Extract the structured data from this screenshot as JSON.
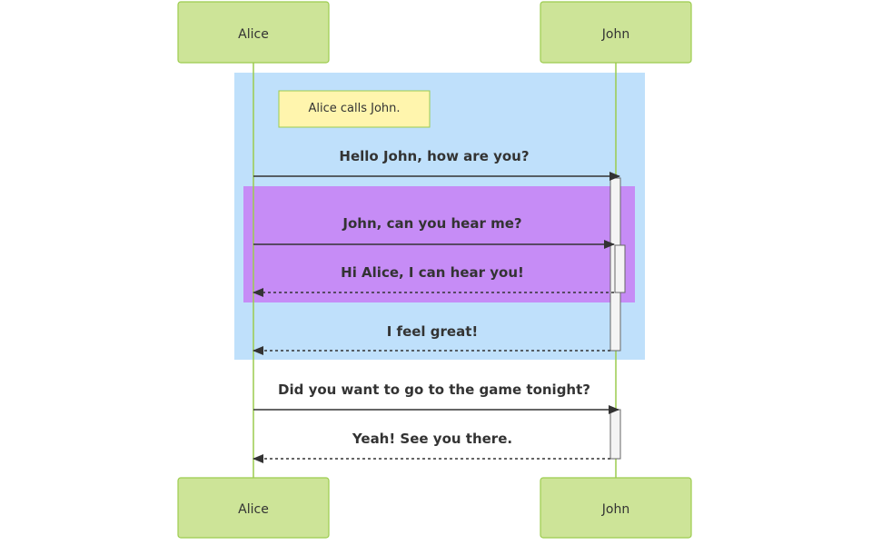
{
  "participants": [
    {
      "id": "alice",
      "label": "Alice"
    },
    {
      "id": "john",
      "label": "John"
    }
  ],
  "note": {
    "text": "Alice calls John.",
    "over": "alice"
  },
  "messages": [
    {
      "from": "alice",
      "to": "john",
      "text": "Hello John, how are you?",
      "style": "solid"
    },
    {
      "from": "alice",
      "to": "john",
      "text": "John, can you hear me?",
      "style": "solid"
    },
    {
      "from": "john",
      "to": "alice",
      "text": "Hi Alice, I can hear you!",
      "style": "dashed"
    },
    {
      "from": "john",
      "to": "alice",
      "text": "I feel great!",
      "style": "dashed"
    },
    {
      "from": "alice",
      "to": "john",
      "text": "Did you want to go to the game tonight?",
      "style": "solid"
    },
    {
      "from": "john",
      "to": "alice",
      "text": "Yeah! See you there.",
      "style": "dashed"
    }
  ],
  "colors": {
    "actor_fill": "#cde498",
    "actor_stroke": "#9ccc4e",
    "lifeline": "#9ccc4e",
    "outer_rect": "#bfe0fb",
    "inner_rect": "#c68cf6",
    "note_fill": "#fff5ad",
    "note_stroke": "#9ccc4e",
    "activation_fill": "#f4f4f4",
    "activation_stroke": "#666666",
    "arrow": "#333333"
  }
}
